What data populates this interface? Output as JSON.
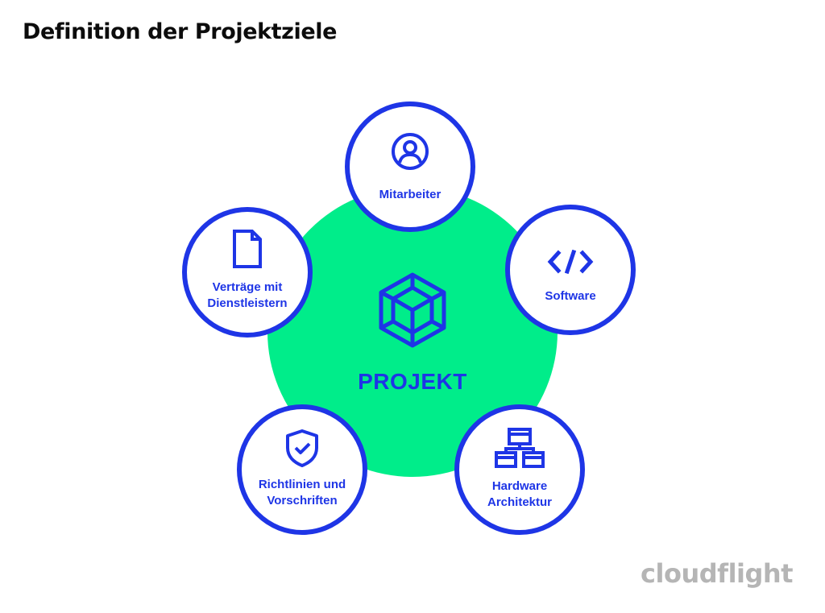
{
  "title": "Definition der Projektziele",
  "center": {
    "label": "PROJEKT",
    "icon": "cube-icon",
    "color": "#00ed8a"
  },
  "nodes": [
    {
      "id": "mitarbeiter",
      "label": "Mitarbeiter",
      "icon": "user-icon"
    },
    {
      "id": "software",
      "label": "Software",
      "icon": "code-icon"
    },
    {
      "id": "hardware",
      "label": "Hardware Architektur",
      "icon": "network-icon"
    },
    {
      "id": "richtlinien",
      "label": "Richtlinien und Vorschriften",
      "icon": "shield-check-icon"
    },
    {
      "id": "vertraege",
      "label": "Verträge mit Dienstleistern",
      "icon": "document-icon"
    }
  ],
  "colors": {
    "accent": "#1e35e6",
    "hub": "#00ed8a",
    "logo": "#b5b5b5"
  },
  "logo": "cloudflight"
}
